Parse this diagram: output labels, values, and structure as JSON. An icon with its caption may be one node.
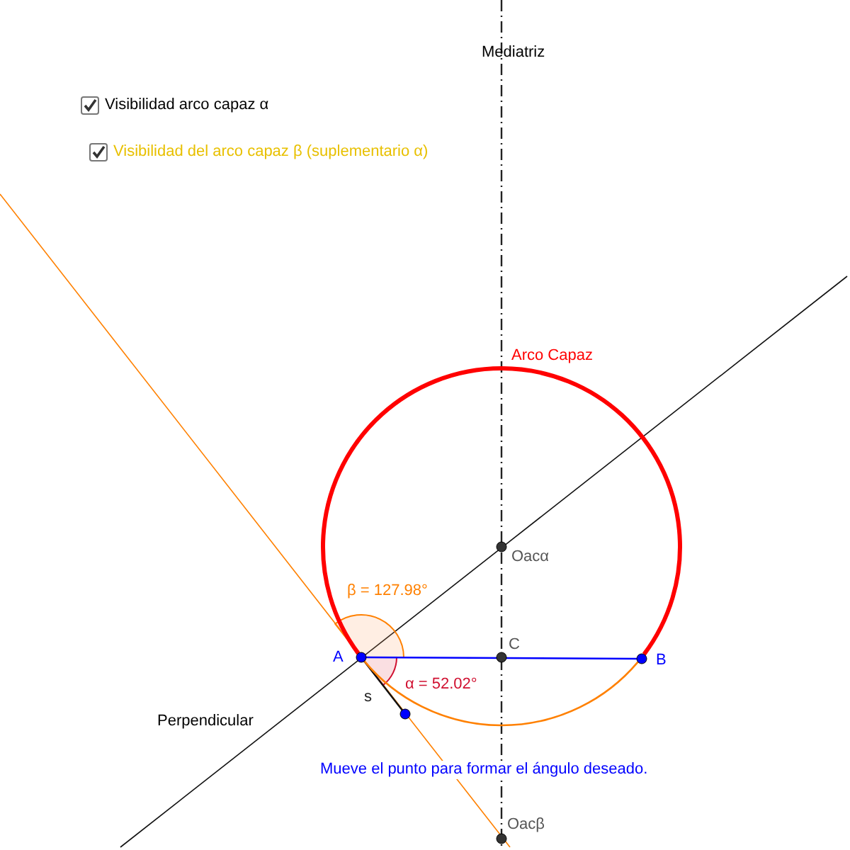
{
  "diagram": {
    "nodes": [
      {
        "text": [],
        "shape": "circle",
        "beside": [
          "A"
        ]
      },
      {
        "text": [],
        "shape": "circle",
        "beside": [
          "B"
        ]
      }
    ],
    "edges": [
      {
        "from": 0,
        "to": 1,
        "arrow": "none"
      },
      {
        "from": 0,
        "to": 1,
        "arrow": "none",
        "style": "thick",
        "color": "#ff0000"
      },
      {
        "from": 0,
        "to": 1,
        "arrow": "none",
        "color": "#ff8000"
      }
    ],
    "labels": [
      "Mediatriz",
      "Visibilidad arco capaz α",
      "Visibilidad del arco capaz β (suplementario α)",
      "Arco Capaz",
      "Oacα",
      "β = 127.98°",
      "C",
      "α = 52.02°",
      "s",
      "Perpendicular",
      "Mueve el punto para formar el ángulo deseado.",
      "Oacβ"
    ]
  }
}
